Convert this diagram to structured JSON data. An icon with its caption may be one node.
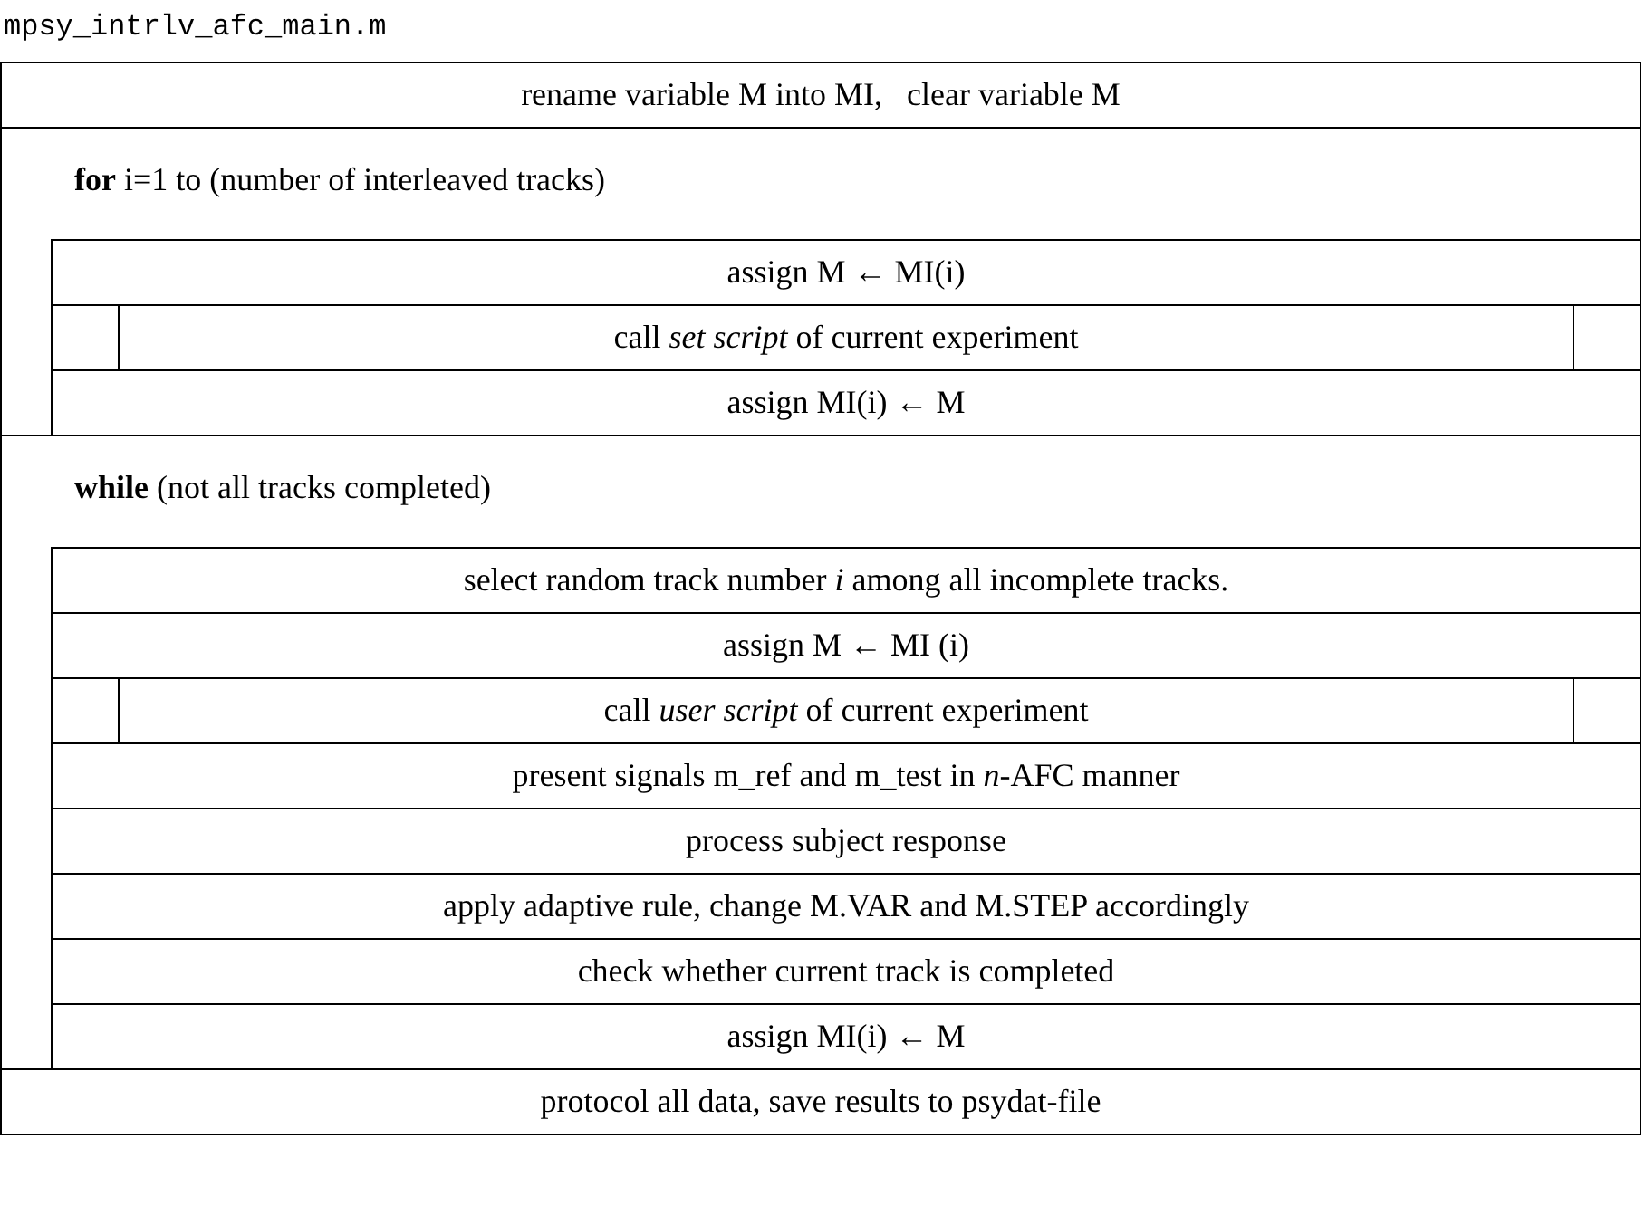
{
  "diagram": {
    "title": "mpsy_intrlv_afc_main.m",
    "nodes": [
      {
        "text": [
          "rename variable M into MI,   clear variable M"
        ]
      },
      {
        "text": [
          "**for** i=1 to (number of interleaved tracks)"
        ]
      },
      {
        "text": [
          "assign M ← MI(i)"
        ],
        "in": 1
      },
      {
        "text": [
          "call *set script* of current experiment"
        ],
        "in": 1
      },
      {
        "text": [
          "assign MI(i) ← M"
        ],
        "in": 1
      },
      {
        "text": [
          "**while** (not all tracks completed)"
        ]
      },
      {
        "text": [
          "select random track number *i* among all incomplete tracks."
        ],
        "in": 5
      },
      {
        "text": [
          "assign M ← MI (i)"
        ],
        "in": 5
      },
      {
        "text": [
          "call *user script* of current experiment"
        ],
        "in": 5
      },
      {
        "text": [
          "present signals m_ref and m_test in *n*-AFC manner"
        ],
        "in": 5
      },
      {
        "text": [
          "process subject response"
        ],
        "in": 5
      },
      {
        "text": [
          "apply adaptive rule, change M.VAR and M.STEP accordingly"
        ],
        "in": 5
      },
      {
        "text": [
          "check whether current track is completed"
        ],
        "in": 5
      },
      {
        "text": [
          "assign MI(i) ← M"
        ],
        "in": 5
      },
      {
        "text": [
          "protocol all data, save results to psydat-file"
        ]
      }
    ]
  }
}
